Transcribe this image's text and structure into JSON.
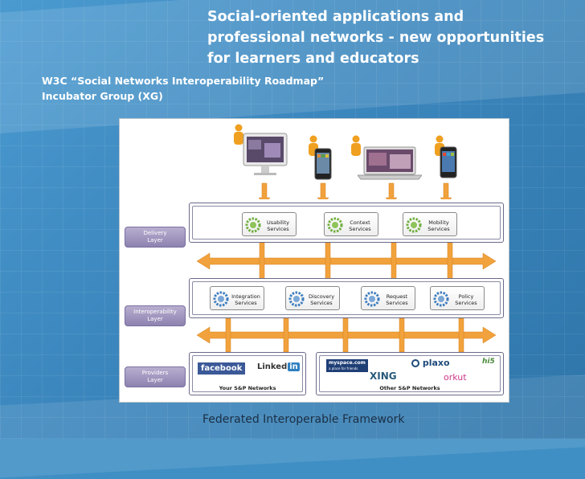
{
  "title": "Social-oriented applications and professional networks - new opportunities for learners and educators",
  "title_lines": [
    "Social-oriented applications and",
    "professional networks - new opportunities",
    "for learners and educators"
  ],
  "subtitle_lines": [
    "W3C “Social Networks Interoperability Roadmap”",
    "Incubator Group (XG)"
  ],
  "caption": "Federated Interoperable Framework",
  "layers": {
    "delivery": {
      "label_lines": [
        "Delivery",
        "Layer"
      ]
    },
    "interoperability": {
      "label_lines": [
        "Interoperability",
        "Layer"
      ]
    },
    "providers": {
      "label_lines": [
        "Providers",
        "Layer"
      ]
    }
  },
  "delivery_services": [
    {
      "lines": [
        "Usability",
        "Services"
      ]
    },
    {
      "lines": [
        "Context",
        "Services"
      ]
    },
    {
      "lines": [
        "Mobility",
        "Services"
      ]
    }
  ],
  "interop_services": [
    {
      "lines": [
        "Integration",
        "Services"
      ]
    },
    {
      "lines": [
        "Discovery",
        "Services"
      ]
    },
    {
      "lines": [
        "Request",
        "Services"
      ]
    },
    {
      "lines": [
        "Policy",
        "Services"
      ]
    }
  ],
  "networks": {
    "yours": {
      "caption": "Your S&P Networks",
      "logos": [
        "facebook",
        "Linked",
        "in"
      ]
    },
    "others": {
      "caption": "Other S&P Networks",
      "logos": [
        "myspace.com",
        "a place for friends",
        "XING",
        "plaxo",
        "orkut",
        "hi5"
      ]
    }
  },
  "colors": {
    "arrow": "#f2a23c",
    "arrow_dark": "#d27f1a",
    "gear": "#6fae3c",
    "gear_blue": "#3d7dbf",
    "person": "#f0a020"
  }
}
